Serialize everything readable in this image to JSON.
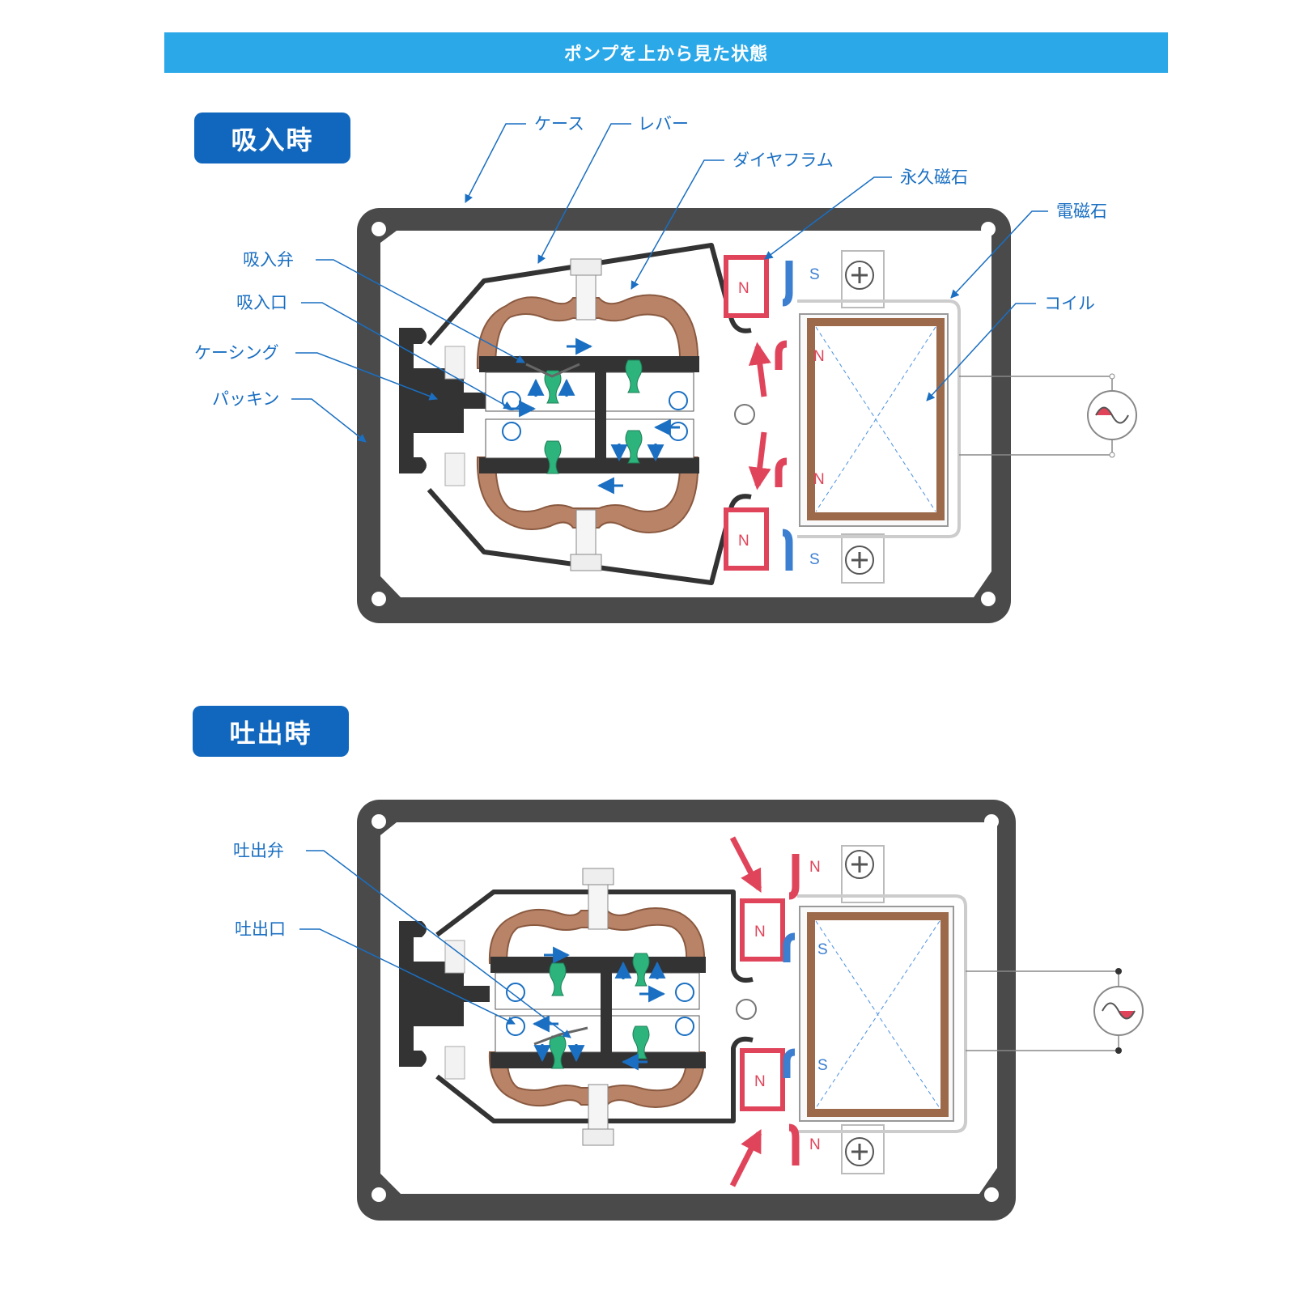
{
  "header": {
    "title": "ポンプを上から見た状態"
  },
  "suction": {
    "mode_label": "吸入時",
    "labels": {
      "case": "ケース",
      "lever": "レバー",
      "diaphragm": "ダイヤフラム",
      "permanent_magnet": "永久磁石",
      "electromagnet": "電磁石",
      "coil": "コイル",
      "suction_valve": "吸入弁",
      "suction_port": "吸入口",
      "casing": "ケーシング",
      "packing": "パッキン"
    },
    "magnet_poles": {
      "magnet_top": "N",
      "magnet_bottom": "N",
      "core_top": "S",
      "core_inner_top": "N",
      "core_inner_bottom": "N",
      "core_bottom": "S"
    }
  },
  "discharge": {
    "mode_label": "吐出時",
    "labels": {
      "discharge_valve": "吐出弁",
      "discharge_port": "吐出口"
    },
    "magnet_poles": {
      "magnet_top": "N",
      "magnet_bottom": "N",
      "core_top": "N",
      "core_inner_top": "S",
      "core_inner_bottom": "S",
      "core_bottom": "N"
    }
  },
  "colors": {
    "accent_blue": "#1a6fc2",
    "title_bar": "#2ba8e8",
    "badge": "#1167bd",
    "case": "#4a4a4a",
    "diaphragm": "#b98368",
    "magnet_red": "#e0445a",
    "pole_blue": "#3c7fd0",
    "coil": "#9c6a4a",
    "valve_green": "#2db47c"
  }
}
